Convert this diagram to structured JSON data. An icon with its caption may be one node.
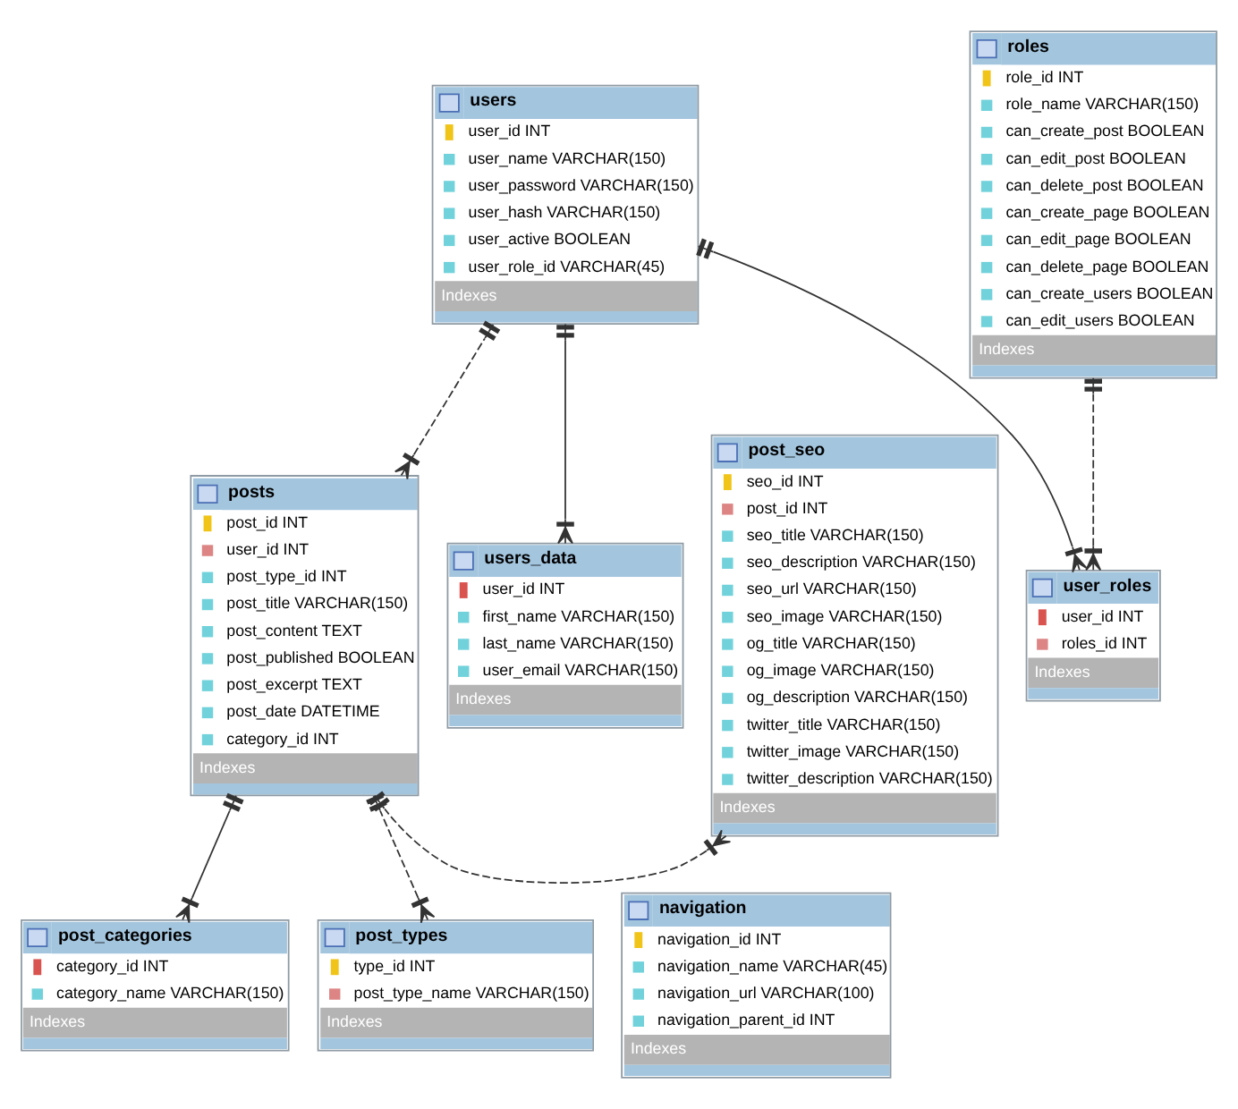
{
  "diagram": {
    "nodes": [
      {
        "text": [
          "users_data",
          "user_id INT",
          "first_name VARCHAR(150)",
          "last_name VARCHAR(150)",
          "user_email VARCHAR(150)",
          "Indexes"
        ]
      },
      {
        "text": [
          "users",
          "user_id INT",
          "user_name VARCHAR(150)",
          "user_password VARCHAR(150)",
          "user_hash VARCHAR(150)",
          "user_active BOOLEAN",
          "user_role_id VARCHAR(45)",
          "Indexes"
        ]
      },
      {
        "text": [
          "user_roles",
          "user_id INT",
          "roles_id INT",
          "Indexes"
        ]
      },
      {
        "text": [
          "navigation",
          "navigation_id INT",
          "navigation_name VARCHAR(45)",
          "navigation_url VARCHAR(100)",
          "navigation_parent_id INT",
          "Indexes"
        ]
      },
      {
        "text": [
          "roles",
          "role_id INT",
          "role_name VARCHAR(150)",
          "can_create_post BOOLEAN",
          "can_edit_post BOOLEAN",
          "can_delete_post BOOLEAN",
          "can_create_page BOOLEAN",
          "can_edit_page BOOLEAN",
          "can_delete_page BOOLEAN",
          "can_create_users BOOLEAN",
          "can_edit_users BOOLEAN",
          "Indexes"
        ]
      },
      {
        "text": [
          "posts",
          "post_id INT",
          "user_id INT",
          "post_type_id INT",
          "post_title VARCHAR(150)",
          "post_content TEXT",
          "post_published BOOLEAN",
          "post_excerpt TEXT",
          "post_date DATETIME",
          "category_id INT",
          "Indexes"
        ]
      },
      {
        "text": [
          "post_categories",
          "category_id INT",
          "category_name VARCHAR(150)",
          "Indexes"
        ]
      },
      {
        "text": [
          "post_types",
          "type_id INT",
          "post_type_name VARCHAR(150)",
          "Indexes"
        ]
      },
      {
        "text": [
          "post_seo",
          "seo_id INT",
          "post_id INT",
          "seo_title VARCHAR(150)",
          "seo_description VARCHAR(150)",
          "seo_url VARCHAR(150)",
          "seo_image VARCHAR(150)",
          "og_title VARCHAR(150)",
          "og_image VARCHAR(150)",
          "og_description VARCHAR(150)",
          "twitter_title VARCHAR(150)",
          "twitter_image VARCHAR(150)",
          "twitter_description VARCHAR(150)",
          "Indexes"
        ]
      }
    ],
    "edges": [
      {
        "from": 0,
        "to": 1,
        "arrow": "other"
      },
      {
        "from": 2,
        "to": 1,
        "arrow": "other"
      },
      {
        "from": 2,
        "to": 4,
        "arrow": "other",
        "style": "dashed"
      },
      {
        "from": 5,
        "to": 1,
        "arrow": "other",
        "style": "dashed"
      },
      {
        "from": 6,
        "to": 5,
        "arrow": "other"
      },
      {
        "from": 7,
        "to": 5,
        "arrow": "other",
        "style": "dashed"
      },
      {
        "from": 8,
        "to": 5,
        "arrow": "other",
        "style": "dashed"
      }
    ]
  }
}
